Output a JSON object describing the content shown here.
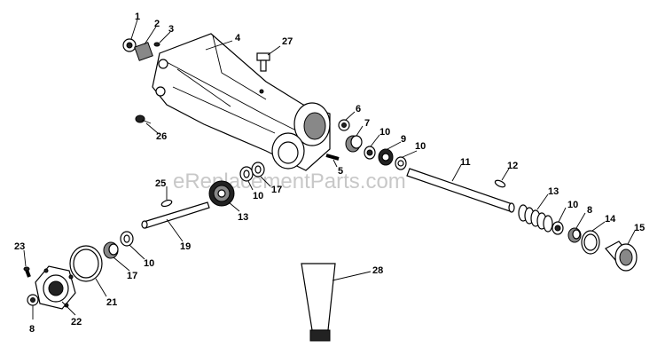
{
  "watermark": "eReplacementParts.com",
  "callouts": {
    "c1": "1",
    "c2": "2",
    "c3": "3",
    "c4": "4",
    "c27": "27",
    "c26": "26",
    "c6": "6",
    "c7": "7",
    "c10a": "10",
    "c9": "9",
    "c10b": "10",
    "c5": "5",
    "c11": "11",
    "c12": "12",
    "c25": "25",
    "c10c": "10",
    "c17a": "17",
    "c13a": "13",
    "c19": "19",
    "c13b": "13",
    "c10d": "10",
    "c8a": "8",
    "c14": "14",
    "c15": "15",
    "c23": "23",
    "c22": "22",
    "c21": "21",
    "c17b": "17",
    "c10e": "10",
    "c8b": "8",
    "c28": "28"
  }
}
